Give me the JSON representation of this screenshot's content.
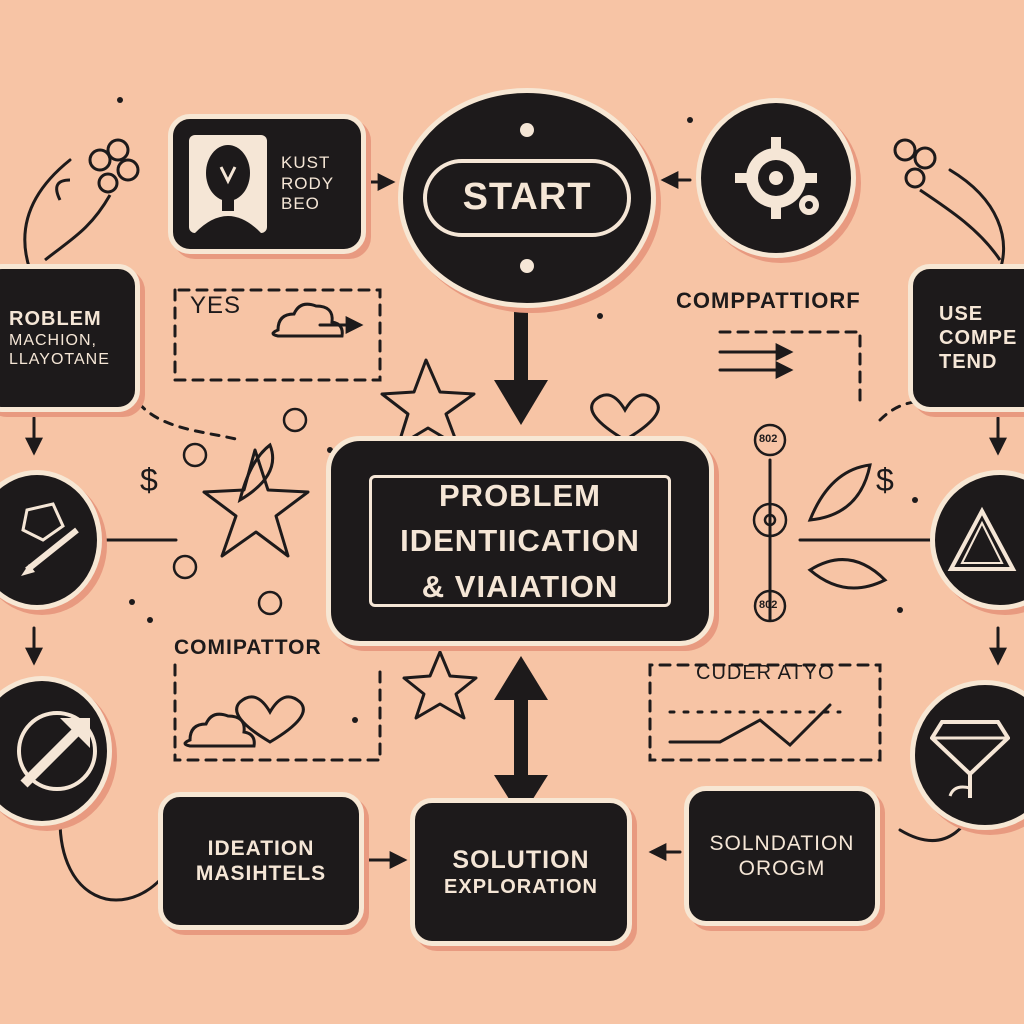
{
  "nodes": {
    "start": "START",
    "person_card": [
      "KUST",
      "RODY",
      "BEO"
    ],
    "problem_identification": [
      "PROBLEM",
      "IDENTIICATION",
      "& VIAIATION"
    ],
    "left_problem": [
      "ROBLEM",
      "MACHION,",
      "LLAYOTANE"
    ],
    "right_user": [
      "USE",
      "COMPE",
      "TEND"
    ],
    "ideation": [
      "IDEATION",
      "MASIHTELS"
    ],
    "solution_exploration": [
      "SOLUTION",
      "EXPLORATION"
    ],
    "soldation": [
      "SOLNDATION",
      "OROGM"
    ]
  },
  "labels": {
    "yes": "YES",
    "compaptiorf": "COMPPATTIORF",
    "compiaptor": "COMIPATTOR",
    "cuder_atyo": "CUDER ATYO",
    "dollar": "$",
    "badge_top": "802",
    "badge_bottom": "802"
  },
  "icons": {
    "person": "person-icon",
    "gear_target": "gear-target-icon",
    "gem_pencil": "gem-pencil-icon",
    "arrow": "arrow-icon",
    "triangle": "triangle-icon",
    "diamond_flower": "diamond-flower-icon",
    "cloud": "cloud-icon",
    "heart": "heart-icon",
    "star": "star-icon",
    "flower": "flower-icon",
    "leaf": "leaf-icon"
  },
  "colors": {
    "background": "#f7c4a5",
    "node_fill": "#1d1a1b",
    "node_text": "#f5e6d6",
    "node_border": "#f7e7d4",
    "shadow": "#e89a80",
    "ink": "#1d1a1b"
  }
}
